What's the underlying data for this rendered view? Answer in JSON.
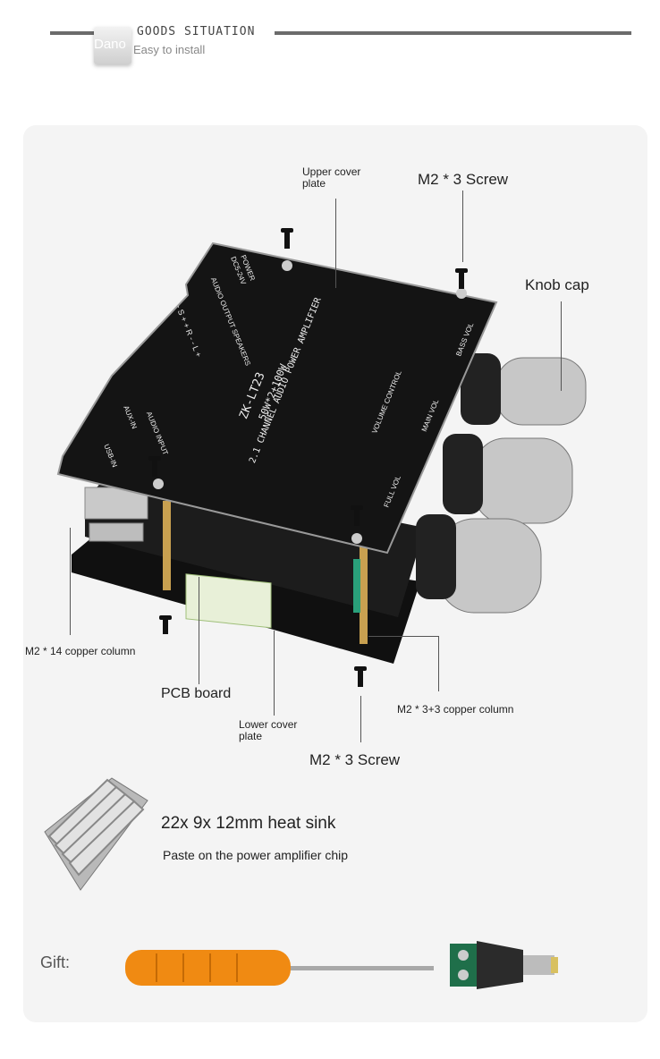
{
  "header": {
    "logo_text": "Dano",
    "title": "GOODS SITUATION",
    "subtitle": "Easy to install"
  },
  "board": {
    "model": "ZK-LT23",
    "power": "50W*2+100W",
    "name": "2.1 CHANNEL AUDIO POWER AMPLIFIER",
    "volume_control": "VOLUME CONTROL",
    "bass_vol": "BASS VOL",
    "main_vol": "MAIN VOL",
    "full_vol": "FULL VOL",
    "power_label": "POWER",
    "power_range": "DC5-24V",
    "audio_output": "AUDIO OUTPUT SPEAKERS",
    "channels": "- S + + R - - L +",
    "audio_input": "AUDIO INPUT",
    "aux_in": "AUX-IN",
    "usb_in": "USB-IN"
  },
  "labels": {
    "upper_cover_1": "Upper cover",
    "upper_cover_2": "plate",
    "screw_top": "M2 * 3 Screw",
    "knob_cap": "Knob cap",
    "copper_column_14": "M2 * 14 copper column",
    "pcb_board": "PCB board",
    "lower_cover_1": "Lower cover",
    "lower_cover_2": "plate",
    "copper_column_33": "M2 * 3+3 copper column",
    "screw_bottom": "M2 * 3 Screw",
    "heat_sink": "22x 9x 12mm heat sink",
    "heat_sink_note": "Paste on the power amplifier chip",
    "gift": "Gift:"
  },
  "colors": {
    "panel_bg": "#f4f4f4",
    "header_line": "#6b6b6b",
    "board_black": "#151515",
    "screwdriver_handle": "#f08a12",
    "pcb_green": "#1f6f4a"
  }
}
